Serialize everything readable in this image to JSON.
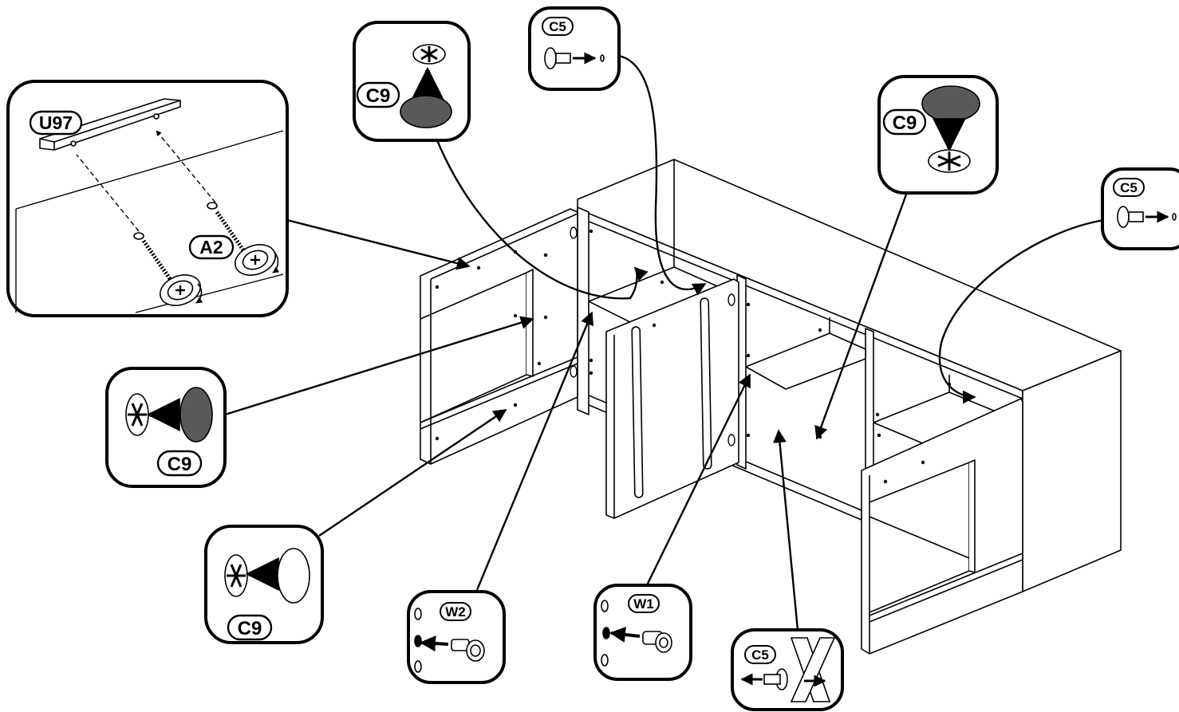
{
  "labels": {
    "u97": "U97",
    "a2": "A2",
    "c9_top": "C9",
    "c5_top": "C5",
    "c9_right": "C9",
    "c5_right": "C5",
    "c9_left": "C9",
    "c9_lower_left": "C9",
    "w2": "W2",
    "w1": "W1",
    "c5_bottom": "C5"
  },
  "colors": {
    "ink": "#000000",
    "paper": "#ffffff",
    "plug_fill": "#595959",
    "screw_fill": "#ffffff"
  },
  "icons": [
    "handle-icon",
    "screw-icon",
    "cam-lock-icon",
    "cover-cap-icon",
    "dowel-icon",
    "cam-bolt-icon",
    "cam-tool-icon"
  ]
}
